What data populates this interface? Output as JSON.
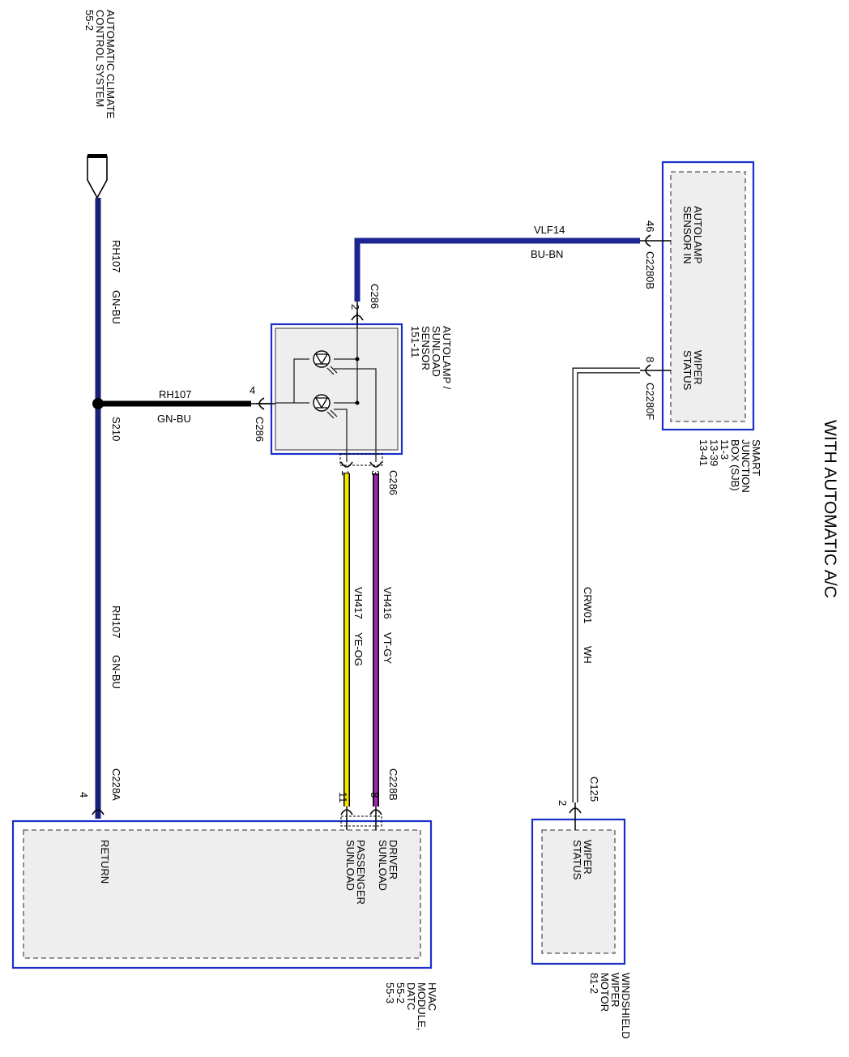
{
  "title": "WITH AUTOMATIC A/C",
  "colors": {
    "gn_bu": "#1a1f7a",
    "bu_bn": "#1b2490",
    "ye_og": "#f2e600",
    "vt_gy": "#9a2aa8",
    "wh": "#ffffff",
    "module_border": "#1a2fc8"
  },
  "reference": {
    "line1": "AUTOMATIC CLIMATE",
    "line2": "CONTROL SYSTEM",
    "line3": "55-2"
  },
  "splice": "S210",
  "wires": {
    "rh107_top": {
      "circuit": "RH107",
      "color": "GN-BU"
    },
    "rh107_bottom": {
      "circuit": "RH107",
      "color": "GN-BU"
    },
    "rh107_branch": {
      "circuit": "RH107",
      "color": "GN-BU"
    },
    "vlf14": {
      "circuit": "VLF14",
      "color": "BU-BN"
    },
    "vh416": {
      "circuit": "VH416",
      "color": "VT-GY"
    },
    "vh417": {
      "circuit": "VH417",
      "color": "YE-OG"
    },
    "crw01": {
      "circuit": "CRW01",
      "color": "WH"
    }
  },
  "sensor": {
    "line1": "AUTOLAMP /",
    "line2": "SUNLOAD",
    "line3": "SENSOR",
    "line4": "151-11",
    "connector": "C286",
    "pins": {
      "p1": "1",
      "p2": "2",
      "p3": "3",
      "p4": "4"
    }
  },
  "sjb": {
    "line1": "SMART",
    "line2": "JUNCTION",
    "line3": "BOX (SJB)",
    "line4": "11-3",
    "line5": "13-39",
    "line6": "13-41",
    "pin_autolamp": {
      "line1": "AUTOLAMP",
      "line2": "SENSOR IN",
      "pin": "46",
      "connector": "C2280B"
    },
    "pin_wiper": {
      "line1": "WIPER",
      "line2": "STATUS",
      "pin": "8",
      "connector": "C2280F"
    }
  },
  "hvac": {
    "line1": "HVAC",
    "line2": "MODULE,",
    "line3": "DATC",
    "line4": "55-2",
    "line5": "55-3",
    "connector_a": "C228A",
    "connector_b": "C228B",
    "pin_return": {
      "label": "RETURN",
      "pin": "4"
    },
    "pin_driver": {
      "line1": "DRIVER",
      "line2": "SUNLOAD",
      "pin": "8"
    },
    "pin_passenger": {
      "line1": "PASSENGER",
      "line2": "SUNLOAD",
      "pin": "11"
    }
  },
  "wiper_motor": {
    "line1": "WINDSHIELD",
    "line2": "WIPER",
    "line3": "MOTOR",
    "line4": "81-2",
    "connector": "C125",
    "pin": "2",
    "pin_label_line1": "WIPER",
    "pin_label_line2": "STATUS"
  }
}
